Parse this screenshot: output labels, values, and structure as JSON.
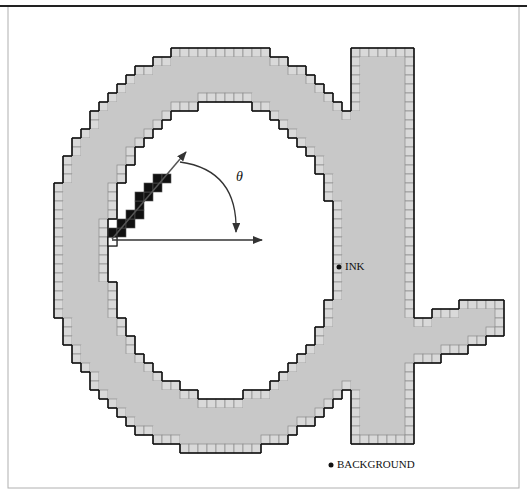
{
  "diagram": {
    "labels": [
      "θ",
      "INK",
      "BACKGROUND"
    ]
  }
}
